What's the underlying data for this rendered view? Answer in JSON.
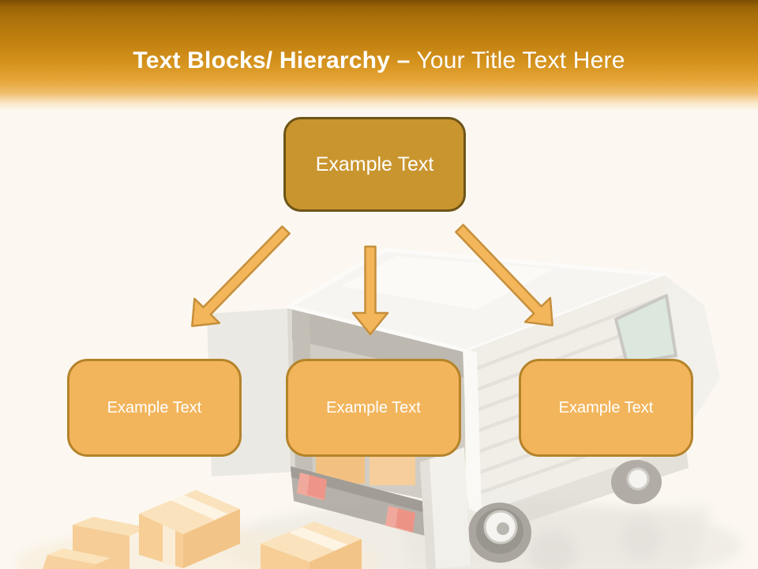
{
  "slide": {
    "header": {
      "title_bold": "Text Blocks/ Hierarchy –",
      "title_regular": " Your Title Text Here"
    },
    "hierarchy": {
      "top_box": {
        "label": "Example Text"
      },
      "bottom_boxes": [
        {
          "label": "Example Text"
        },
        {
          "label": "Example Text"
        },
        {
          "label": "Example Text"
        }
      ]
    },
    "background": {
      "illustration": "white-delivery-van-with-open-doors-and-cardboard-boxes"
    },
    "colors": {
      "banner_top": "#9A6307",
      "banner_mid": "#D6941F",
      "top_box_fill": "#C9952F",
      "top_box_border": "#6E5417",
      "child_box_fill": "#F2B55C",
      "child_box_border": "#B5832A",
      "arrow_fill": "#F4B65A",
      "arrow_stroke": "#C68F3B",
      "title_text": "#FFFFFF",
      "box_text": "#FFFFFF",
      "slide_background": "#FCF8F1"
    }
  }
}
